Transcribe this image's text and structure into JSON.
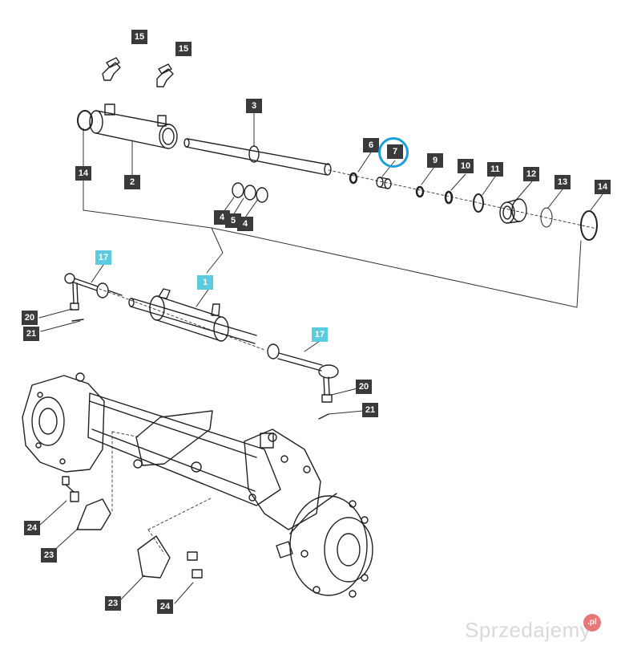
{
  "callouts": {
    "c15a": "15",
    "c15b": "15",
    "c3": "3",
    "c6": "6",
    "c7": "7",
    "c9": "9",
    "c10": "10",
    "c11": "11",
    "c12": "12",
    "c13": "13",
    "c14a": "14",
    "c14b": "14",
    "c2": "2",
    "c4a": "4",
    "c5": "5",
    "c4b": "4",
    "c17a": "17",
    "c1": "1",
    "c17b": "17",
    "c20a": "20",
    "c21a": "21",
    "c20b": "20",
    "c21b": "21",
    "c24a": "24",
    "c23a": "23",
    "c23b": "23",
    "c24b": "24"
  },
  "watermark": {
    "text": "Sprzedajemy",
    "badge": ".pl"
  },
  "colors": {
    "callout_bg": "#3a3a3a",
    "callout_highlight": "#5ccbe0",
    "selection_ring": "#1aa0d8"
  }
}
